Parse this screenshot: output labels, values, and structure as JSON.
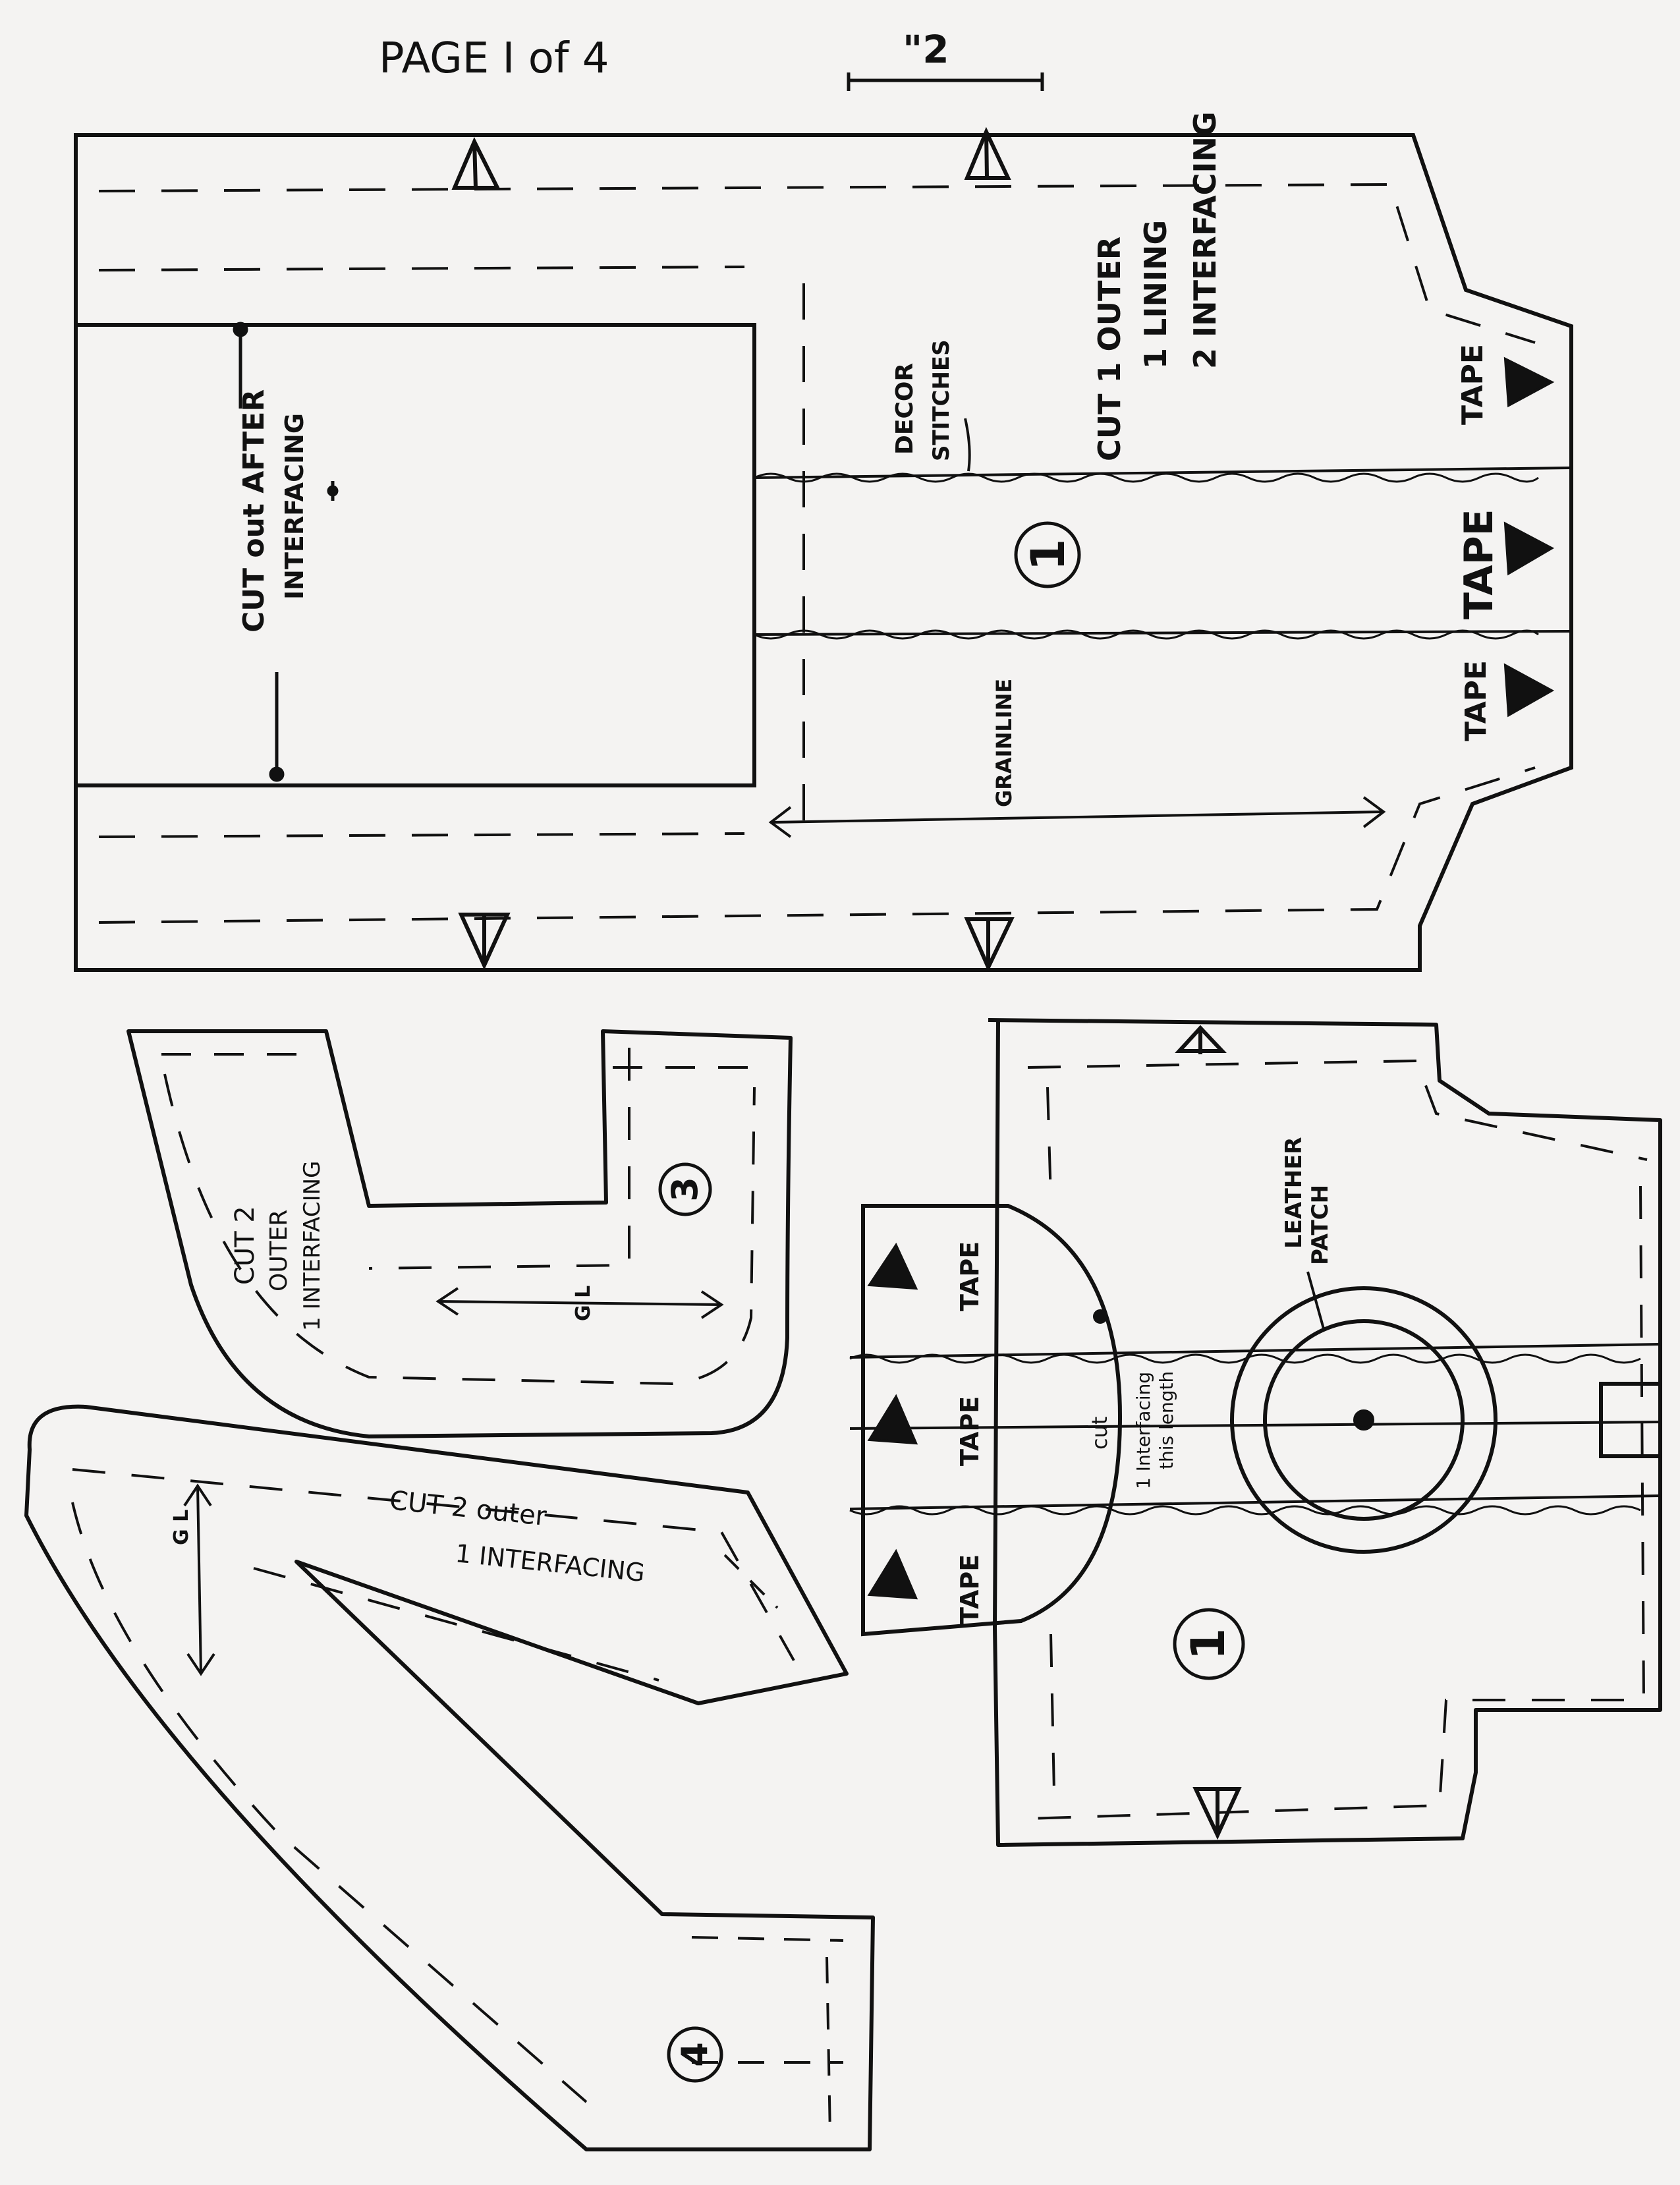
{
  "page": {
    "title": "PAGE I of 4",
    "scale_mark": "\"2"
  },
  "colors": {
    "paper": "#f4f3f2",
    "ink": "#111111"
  },
  "piece1_top": {
    "number": "1",
    "cut_instructions": [
      "CUT 1 OUTER",
      "1 LINING",
      "2 INTERFACING"
    ],
    "window_note": [
      "CUT out AFTER",
      "INTERFACING"
    ],
    "decor": [
      "DECOR",
      "STITCHES"
    ],
    "grainline": "GRAINLINE",
    "tape_labels": [
      "TAPE",
      "TAPE",
      "TAPE"
    ]
  },
  "piece1_bottom": {
    "number": "1",
    "leather": [
      "LEATHER",
      "PATCH"
    ],
    "cut_note": [
      "cut",
      "1 Interfacing",
      "this length"
    ],
    "tape_labels": [
      "TAPE",
      "TAPE",
      "TAPE"
    ]
  },
  "piece3": {
    "number": "3",
    "cut_instructions": [
      "CUT 2",
      "OUTER",
      "1 INTERFACING"
    ],
    "grainline": "G L"
  },
  "piece2": {
    "cut_instructions": [
      "CUT 2 outer",
      "1 INTERFACING"
    ],
    "grainline": "G L"
  },
  "piece4": {
    "number": "4"
  }
}
